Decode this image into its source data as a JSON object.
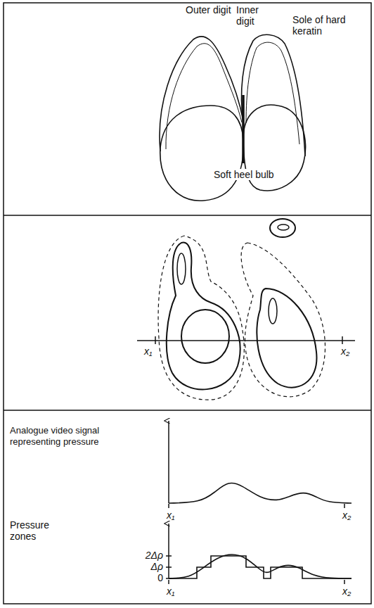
{
  "diagram": {
    "labels": [
      "Outer digit",
      "Inner digit",
      "Sole of hard keratin",
      "Soft heel bulb",
      "x₁",
      "x₂",
      "Analogue video signal representing pressure",
      "x₁",
      "x₂",
      "Pressure zones",
      "2Δρ",
      "Δρ",
      "0",
      "x₁",
      "x₂"
    ]
  }
}
